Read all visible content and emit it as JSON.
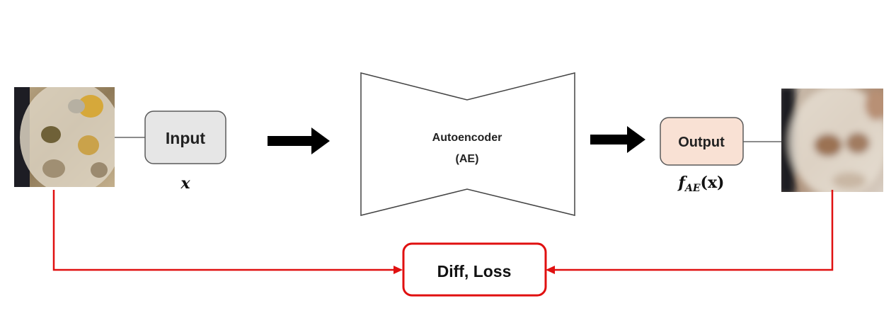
{
  "input": {
    "label": "Input",
    "math": "x"
  },
  "autoencoder": {
    "line1": "Autoencoder",
    "line2": "(AE)"
  },
  "output": {
    "label": "Output",
    "math_f": "f",
    "math_sub": "AE",
    "math_arg": "(x)"
  },
  "loss": {
    "label": "Diff, Loss"
  },
  "colors": {
    "loss_accent": "#e01010",
    "input_fill": "#e6e6e6",
    "output_fill": "#f9e1d4",
    "arrow": "#000000"
  },
  "images": {
    "input": "input-image-thumbnail",
    "output": "reconstructed-image-thumbnail"
  }
}
